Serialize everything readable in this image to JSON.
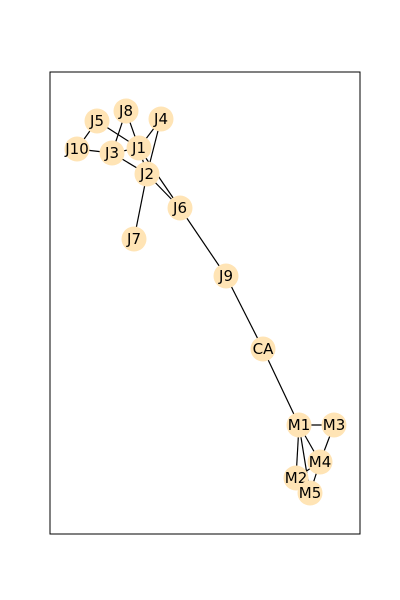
{
  "graph": {
    "node_color": "#ffe4b5",
    "edge_color": "#000000",
    "label_color": "#000000",
    "nodes": [
      {
        "id": "J1",
        "label": "J1"
      },
      {
        "id": "J2",
        "label": "J2"
      },
      {
        "id": "J3",
        "label": "J3"
      },
      {
        "id": "J4",
        "label": "J4"
      },
      {
        "id": "J5",
        "label": "J5"
      },
      {
        "id": "J6",
        "label": "J6"
      },
      {
        "id": "J7",
        "label": "J7"
      },
      {
        "id": "J8",
        "label": "J8"
      },
      {
        "id": "J9",
        "label": "J9"
      },
      {
        "id": "J10",
        "label": "J10"
      },
      {
        "id": "CA",
        "label": "CA"
      },
      {
        "id": "M1",
        "label": "M1"
      },
      {
        "id": "M2",
        "label": "M2"
      },
      {
        "id": "M3",
        "label": "M3"
      },
      {
        "id": "M4",
        "label": "M4"
      },
      {
        "id": "M5",
        "label": "M5"
      }
    ],
    "edges": [
      [
        "J5",
        "J10"
      ],
      [
        "J10",
        "J3"
      ],
      [
        "J5",
        "J1"
      ],
      [
        "J8",
        "J3"
      ],
      [
        "J8",
        "J1"
      ],
      [
        "J4",
        "J1"
      ],
      [
        "J4",
        "J2"
      ],
      [
        "J3",
        "J1"
      ],
      [
        "J3",
        "J2"
      ],
      [
        "J1",
        "J2"
      ],
      [
        "J1",
        "J6"
      ],
      [
        "J2",
        "J6"
      ],
      [
        "J2",
        "J7"
      ],
      [
        "J6",
        "J9"
      ],
      [
        "J9",
        "CA"
      ],
      [
        "CA",
        "M1"
      ],
      [
        "M1",
        "M3"
      ],
      [
        "M1",
        "M4"
      ],
      [
        "M1",
        "M2"
      ],
      [
        "M1",
        "M5"
      ],
      [
        "M3",
        "M4"
      ],
      [
        "M4",
        "M2"
      ],
      [
        "M4",
        "M5"
      ]
    ]
  }
}
